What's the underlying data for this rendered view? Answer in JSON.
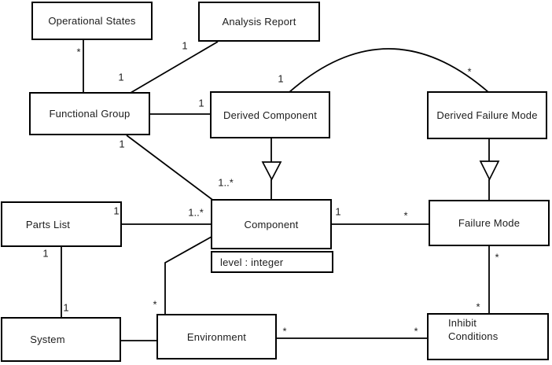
{
  "nodes": {
    "operational_states": "Operational States",
    "analysis_report": "Analysis Report",
    "functional_group": "Functional Group",
    "derived_component": "Derived Component",
    "derived_failure_mode": "Derived Failure Mode",
    "parts_list": "Parts List",
    "component": "Component",
    "component_attribute": "level : integer",
    "failure_mode": "Failure Mode",
    "system": "System",
    "environment": "Environment",
    "inhibit_conditions": "Inhibit Conditions"
  },
  "multiplicities": {
    "operational_states_end": "*",
    "analysis_report_link_at_functional_group": "1",
    "analysis_report_link_at_analysis_report": "1",
    "functional_group_derived_component_end": "1",
    "functional_group_component_at_functional_group": "1",
    "functional_group_component_at_component": "1..*",
    "derived_arc_at_derived_component": "1",
    "derived_arc_at_derived_failure_mode": "*",
    "parts_list_component_at_parts_list": "1",
    "parts_list_component_at_component": "1..*",
    "parts_list_system_at_parts_list": "1",
    "parts_list_system_at_system": "1",
    "component_failure_mode_at_component": "1",
    "component_failure_mode_at_failure_mode": "*",
    "component_environment_at_environment": "*",
    "environment_inhibit_at_environment": "*",
    "environment_inhibit_at_inhibit": "*",
    "failure_mode_inhibit_at_failure_mode": "*",
    "failure_mode_inhibit_at_inhibit": "*"
  },
  "colors": {
    "line": "#000000",
    "text": "#1c1c1c",
    "background": "#ffffff"
  }
}
